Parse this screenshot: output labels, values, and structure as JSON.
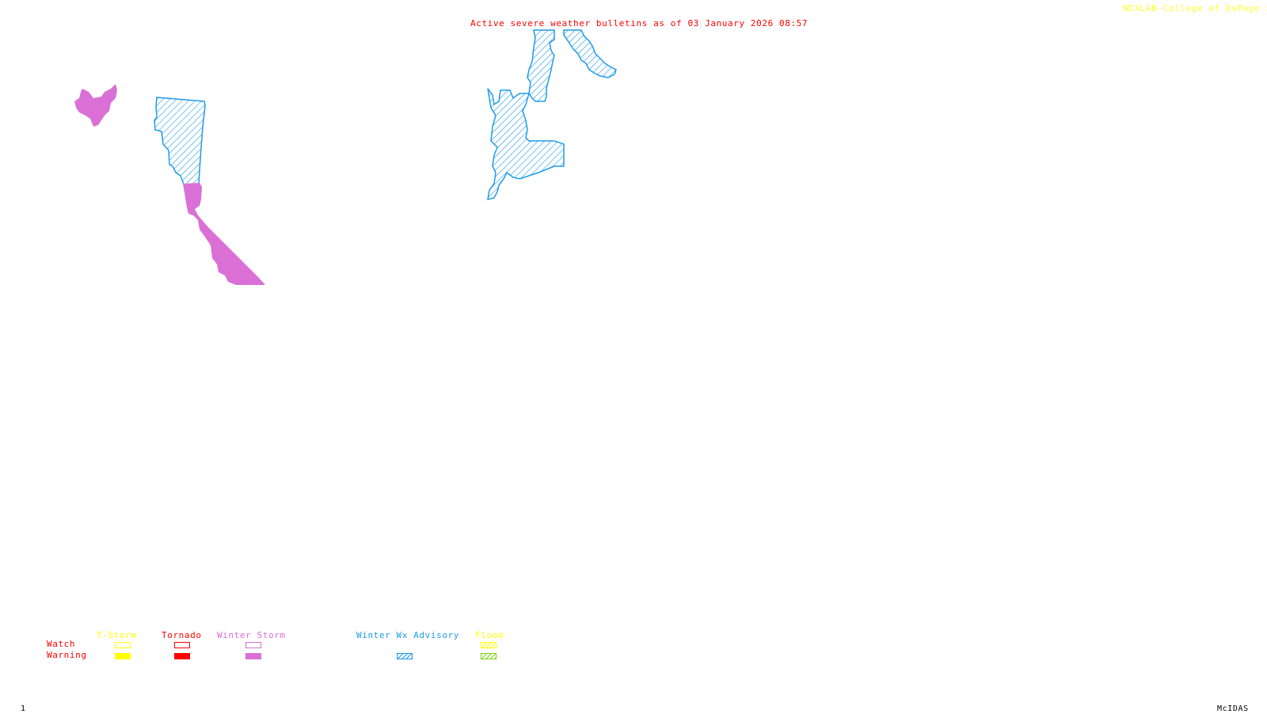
{
  "header": {
    "title": "Active severe weather bulletins as of 03 January 2026 08:57",
    "credit": "NEXLAB-College of DuPage",
    "credit_icon": "nexlab-logo-icon"
  },
  "footer": {
    "frame_number": "1",
    "software": "McIDAS"
  },
  "colors": {
    "tstorm": "#ffff00",
    "tornado": "#ff0000",
    "winter_storm": "#da70d6",
    "winter_wx_advisory": "#1e9be8",
    "flood_watch": "#ffff00",
    "flood_warning": "#7fd11b",
    "row_label": "#ff0000"
  },
  "legend": {
    "rows": [
      "Watch",
      "Warning"
    ],
    "categories": [
      {
        "name": "T-Storm",
        "watch_style": "outline",
        "warning_style": "solid"
      },
      {
        "name": "Tornado",
        "watch_style": "outline",
        "warning_style": "solid"
      },
      {
        "name": "Winter Storm",
        "watch_style": "outline",
        "warning_style": "solid"
      },
      {
        "name": "Winter Wx Advisory",
        "watch_style": "none",
        "warning_style": "hatched"
      },
      {
        "name": "Flood",
        "watch_style": "hatched",
        "warning_style": "hatched"
      }
    ]
  },
  "areas": [
    {
      "type": "Winter Storm Warning",
      "region": "west-small"
    },
    {
      "type": "Winter Wx Advisory",
      "region": "west-north"
    },
    {
      "type": "Winter Storm Warning",
      "region": "west-south"
    },
    {
      "type": "Winter Wx Advisory",
      "region": "central-north"
    },
    {
      "type": "Winter Wx Advisory",
      "region": "central-northeast"
    },
    {
      "type": "Winter Wx Advisory",
      "region": "central-south"
    }
  ]
}
